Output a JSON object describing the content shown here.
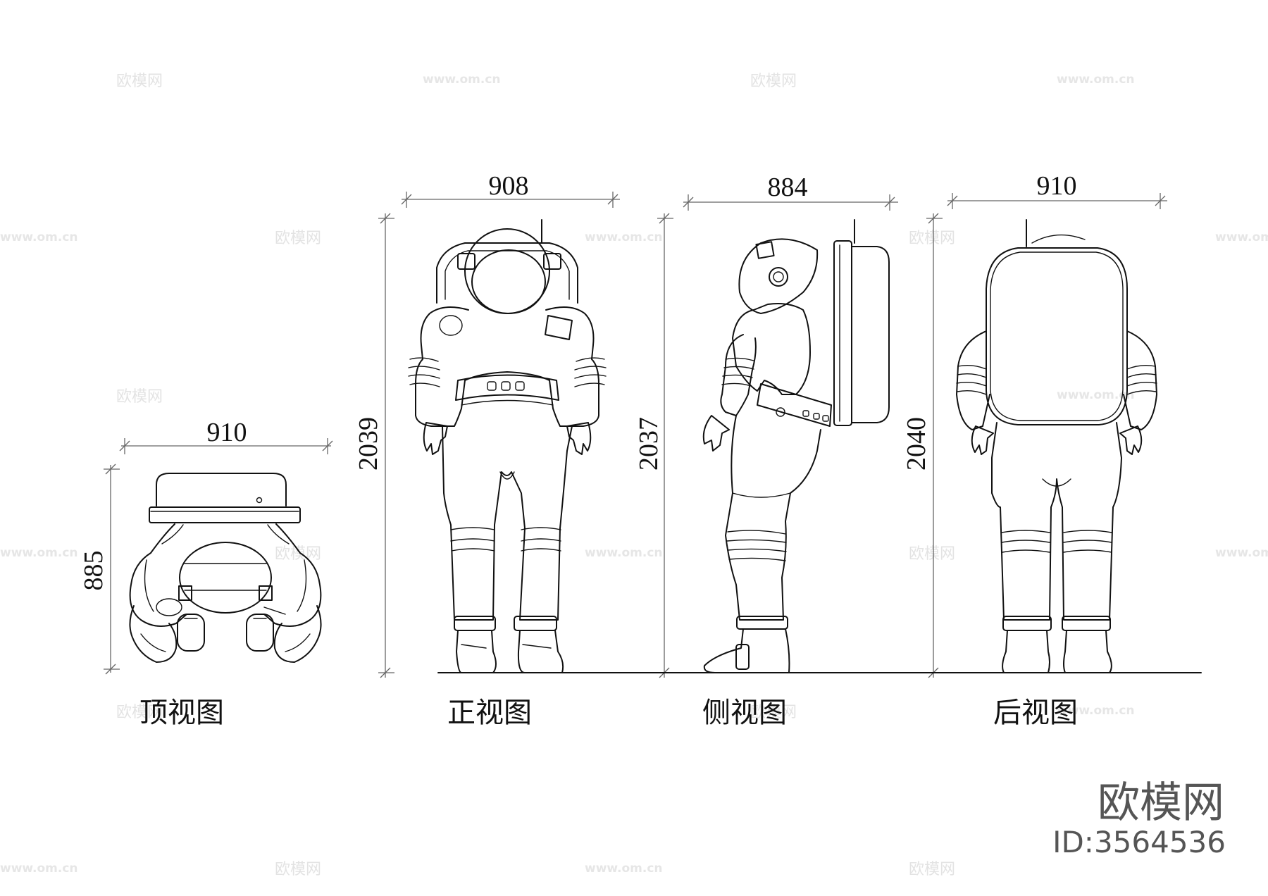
{
  "views": {
    "top": {
      "label": "顶视图",
      "width": "910",
      "depth": "885"
    },
    "front": {
      "label": "正视图",
      "width": "908",
      "height": "2039"
    },
    "side": {
      "label": "侧视图",
      "width": "884",
      "height": "2037"
    },
    "back": {
      "label": "后视图",
      "width": "910",
      "height": "2040"
    }
  },
  "watermark": {
    "brand": "欧模网",
    "url": "www.om.cn"
  },
  "logo": {
    "brand": "欧模网",
    "id": "ID:3564536"
  },
  "colors": {
    "line": "#111111",
    "dimension": "#666666",
    "watermark": "#e3e3e3",
    "logo": "#555555"
  }
}
